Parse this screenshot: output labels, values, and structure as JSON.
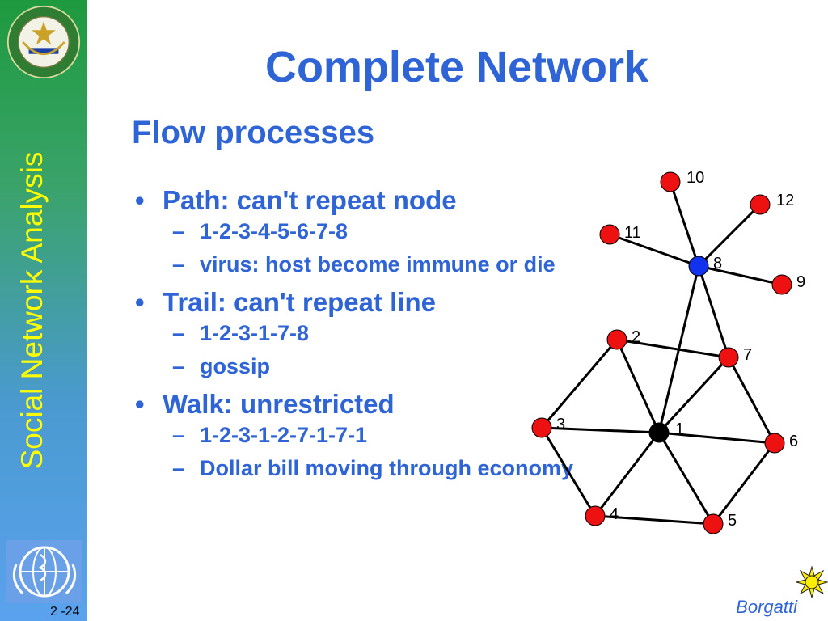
{
  "slide": {
    "title": "Complete Network",
    "subtitle": "Flow processes",
    "side_title": "Social Network Analysis",
    "slide_number": "2 -24",
    "author": "Borgatti"
  },
  "bullets": [
    {
      "text": "Path: can't repeat node",
      "subs": [
        "1-2-3-4-5-6-7-8",
        "virus: host become immune or die"
      ]
    },
    {
      "text": "Trail: can't repeat line",
      "subs": [
        "1-2-3-1-7-8",
        "gossip"
      ]
    },
    {
      "text": "Walk: unrestricted",
      "subs": [
        "1-2-3-1-2-7-1-7-1",
        "Dollar bill moving through economy"
      ]
    }
  ],
  "network": {
    "nodes": [
      {
        "id": "1",
        "color": "#000000"
      },
      {
        "id": "2",
        "color": "#ee1111"
      },
      {
        "id": "3",
        "color": "#ee1111"
      },
      {
        "id": "4",
        "color": "#ee1111"
      },
      {
        "id": "5",
        "color": "#ee1111"
      },
      {
        "id": "6",
        "color": "#ee1111"
      },
      {
        "id": "7",
        "color": "#ee1111"
      },
      {
        "id": "8",
        "color": "#1133ee"
      },
      {
        "id": "9",
        "color": "#ee1111"
      },
      {
        "id": "10",
        "color": "#ee1111"
      },
      {
        "id": "11",
        "color": "#ee1111"
      },
      {
        "id": "12",
        "color": "#ee1111"
      }
    ],
    "edges": [
      [
        "1",
        "2"
      ],
      [
        "1",
        "3"
      ],
      [
        "1",
        "4"
      ],
      [
        "1",
        "5"
      ],
      [
        "1",
        "6"
      ],
      [
        "1",
        "7"
      ],
      [
        "1",
        "8"
      ],
      [
        "2",
        "3"
      ],
      [
        "2",
        "7"
      ],
      [
        "3",
        "4"
      ],
      [
        "4",
        "5"
      ],
      [
        "5",
        "6"
      ],
      [
        "6",
        "7"
      ],
      [
        "7",
        "8"
      ],
      [
        "8",
        "9"
      ],
      [
        "8",
        "10"
      ],
      [
        "8",
        "11"
      ],
      [
        "8",
        "12"
      ]
    ]
  },
  "colors": {
    "accent": "#2f64d6",
    "side_title": "#ffff00"
  },
  "icons": {
    "top_logo": "doh-seal-icon",
    "bottom_logo": "who-emblem-icon",
    "corner": "sun-icon"
  }
}
